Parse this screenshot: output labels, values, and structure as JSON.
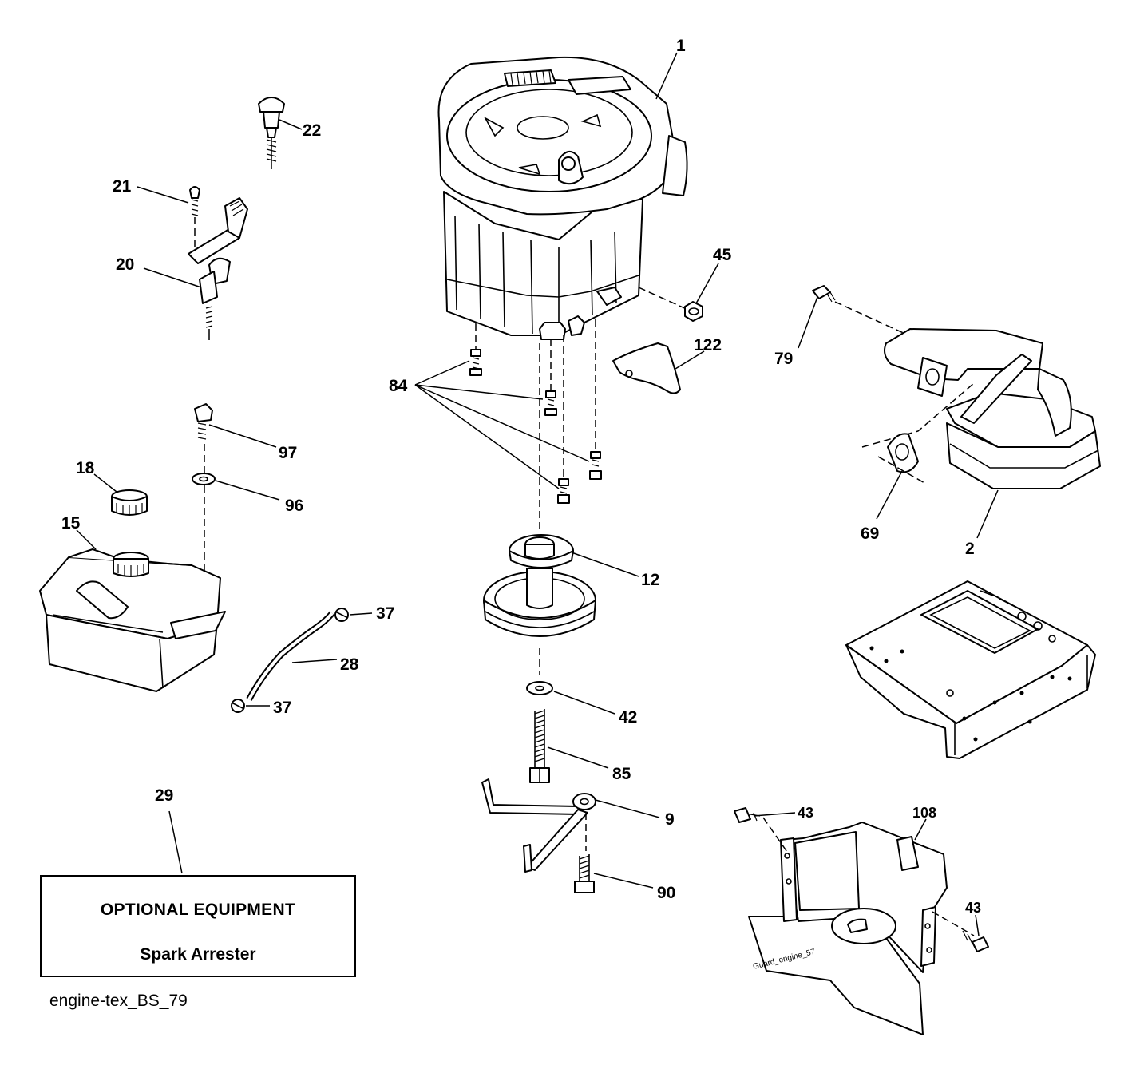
{
  "callouts": [
    {
      "id": "1",
      "text": "1"
    },
    {
      "id": "22",
      "text": "22"
    },
    {
      "id": "21",
      "text": "21"
    },
    {
      "id": "20",
      "text": "20"
    },
    {
      "id": "45",
      "text": "45"
    },
    {
      "id": "79",
      "text": "79"
    },
    {
      "id": "122",
      "text": "122"
    },
    {
      "id": "84",
      "text": "84"
    },
    {
      "id": "97",
      "text": "97"
    },
    {
      "id": "18",
      "text": "18"
    },
    {
      "id": "96",
      "text": "96"
    },
    {
      "id": "15",
      "text": "15"
    },
    {
      "id": "69",
      "text": "69"
    },
    {
      "id": "2",
      "text": "2"
    },
    {
      "id": "12",
      "text": "12"
    },
    {
      "id": "37a",
      "text": "37"
    },
    {
      "id": "28",
      "text": "28"
    },
    {
      "id": "37b",
      "text": "37"
    },
    {
      "id": "42",
      "text": "42"
    },
    {
      "id": "85",
      "text": "85"
    },
    {
      "id": "29",
      "text": "29"
    },
    {
      "id": "9",
      "text": "9"
    },
    {
      "id": "43a",
      "text": "43"
    },
    {
      "id": "108",
      "text": "108"
    },
    {
      "id": "43b",
      "text": "43"
    },
    {
      "id": "90",
      "text": "90"
    }
  ],
  "optional_box": {
    "title": "OPTIONAL EQUIPMENT",
    "item": "Spark Arrester"
  },
  "footer_code": "engine-tex_BS_79",
  "guard_stamp": "Guard_engine_57",
  "colors": {
    "ink": "#000000",
    "paper": "#ffffff"
  }
}
